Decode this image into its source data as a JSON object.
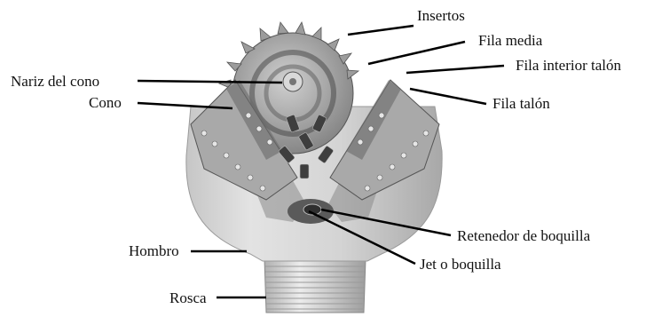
{
  "labels": {
    "insertos": "Insertos",
    "fila_media": "Fila media",
    "fila_interior_talon": "Fila interior talón",
    "fila_talon": "Fila talón",
    "nariz_del_cono": "Nariz del cono",
    "cono": "Cono",
    "retenedor_de_boquilla": "Retenedor de boquilla",
    "jet_o_boquilla": "Jet o boquilla",
    "hombro": "Hombro",
    "rosca": "Rosca"
  }
}
